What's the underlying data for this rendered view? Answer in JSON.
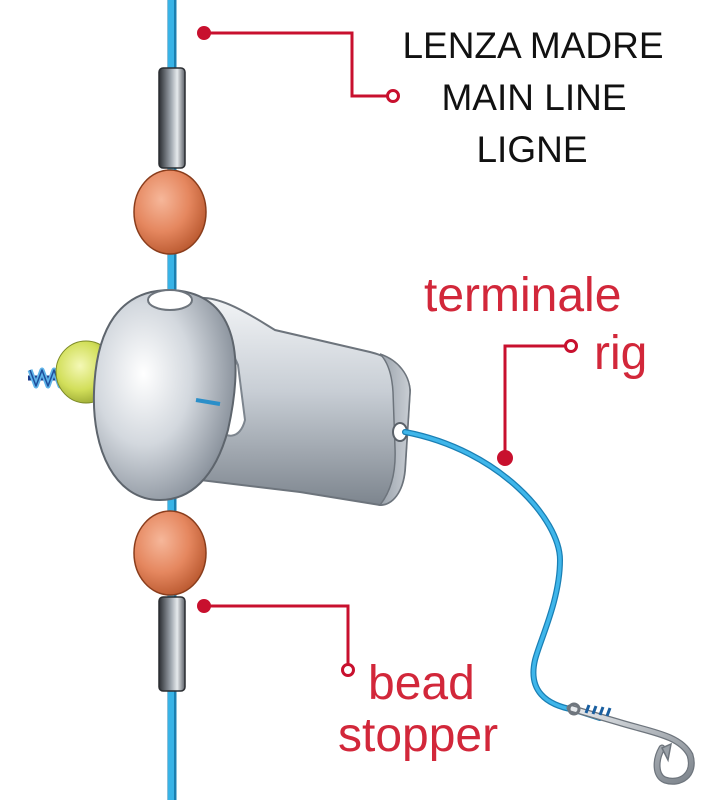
{
  "labels": {
    "main_line": [
      "LENZA MADRE",
      "MAIN LINE",
      "LIGNE"
    ],
    "terminal": [
      "terminale",
      "rig"
    ],
    "bead_stopper": [
      "bead",
      "stopper"
    ]
  },
  "colors": {
    "label_red": "#d2273a",
    "callout_red": "#c8102e",
    "line_blue": "#29a6dd",
    "bead_orange": "#e8875f",
    "lead_grey": "#a9b1b9",
    "stopper_dark": "#4b4f54",
    "soft_bead": "#d9e66a"
  },
  "icons": [
    "sinker-lead",
    "bead",
    "line-stopper",
    "fish-hook",
    "screw-swivel"
  ]
}
